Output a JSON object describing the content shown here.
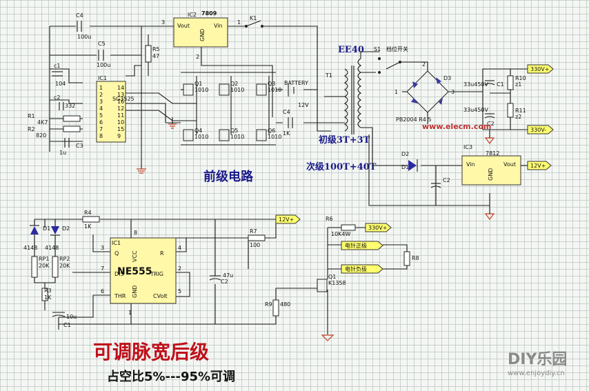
{
  "colors": {
    "wire": "#1a1a1a",
    "ic_fill": "#fff8a8",
    "flag_fill": "#ffff70",
    "title_red": "#c0101a",
    "label_blue": "#1a1a8a"
  },
  "pre": {
    "ic1_name": "IC1",
    "ic1_model": "SG3525",
    "ic1_left_pins": [
      "1",
      "2",
      "3",
      "4",
      "5",
      "6",
      "7",
      "8"
    ],
    "ic1_right_pins": [
      "14",
      "13",
      "12",
      "11",
      "10",
      "9",
      "16",
      "15"
    ],
    "ic2_name": "IC2",
    "ic2_model": "7809",
    "ic2_vout": "Vout",
    "ic2_gnd": "GND",
    "ic2_vin": "Vin",
    "pin_3": "3",
    "pin_1": "1",
    "pin_2": "2",
    "k1": "K1",
    "c4": "C4",
    "c4_val": "100u",
    "c5": "C5",
    "c5_val": "100u",
    "c1": "c1",
    "c1_val": "104",
    "c2": "c2",
    "c2_val": "332",
    "r5": "R5",
    "r5_val": "47",
    "r1": "R1",
    "r1_val": "4K7",
    "r2": "R2",
    "r2_val": "820",
    "c3": "C3",
    "c3_val": "1u",
    "q1": "Q1",
    "q1_val": "1010",
    "q2": "Q2",
    "q2_val": "1010",
    "q3": "Q3",
    "q3_val": "1010",
    "q4": "Q4",
    "q4_val": "1010",
    "q5": "Q5",
    "q5_val": "1010",
    "q6": "Q6",
    "q6_val": "1010",
    "battery": "BATTERY",
    "battery_v": "12V",
    "c_snub": "C4",
    "c_snub_val": "1K",
    "transformer": "EE40",
    "t1": "T1",
    "primary": "初级3T+3T",
    "secondary": "次级100T+40T",
    "title": "前级电路"
  },
  "rect": {
    "s1": "S1",
    "switch_label": "档位开关",
    "d3": "D3",
    "bridge": "PB2004 R4 5",
    "c1": "C1",
    "c1_val": "33u450V",
    "c2": "C2",
    "c2_val": "33u450V",
    "r10": "R10",
    "r10_val": "z1",
    "r11": "R11",
    "r11_val": "z2",
    "out_pos": "330V+",
    "out_neg": "330V-",
    "d2": "D2",
    "d2_val": "D1",
    "ic3": "IC3",
    "ic3_model": "7812",
    "ic3_vin": "Vin",
    "ic3_vout": "Vout",
    "ic3_gnd": "GND",
    "c_ic3": "C2",
    "pin_1": "1",
    "pin_2": "2",
    "pin_3": "3",
    "out_12v": "12V+",
    "website": "www.elecm.com"
  },
  "post": {
    "d1": "D1",
    "d2": "D2",
    "d1_val": "4148",
    "d2_val": "4148",
    "rp1": "RP1",
    "rp1_val": "20K",
    "rp2": "RP2",
    "rp2_val": "20K",
    "r3": "R3",
    "r3_val": "1K",
    "r4": "R4",
    "r4_val": "1K",
    "c1": "C1",
    "c1_val": "10u",
    "ic1": "IC1",
    "ic1_model": "NE555",
    "ic1_q": "Q",
    "ic1_vcc": "VCC",
    "ic1_r": "R",
    "ic1_dis": "DIS",
    "ic1_trig": "TRIG",
    "ic1_thr": "THR",
    "ic1_gnd": "GND",
    "ic1_cv": "CVolt",
    "pin_8": "8",
    "pin_3": "3",
    "pin_4": "4",
    "pin_7": "7",
    "pin_2": "2",
    "pin_6": "6",
    "pin_5": "5",
    "pin_1": "1",
    "c2": "C2",
    "c2_val": "47u",
    "r7": "R7",
    "r7_val": "100",
    "r9": "R9",
    "r9_val": "480",
    "r6": "R6",
    "r6_val": "10K4W",
    "r8": "R8",
    "q1": "Q1",
    "q1_val": "K1358",
    "flag_12v": "12V+",
    "flag_330v": "330V+",
    "flag_motor_pos": "电针正极",
    "flag_motor_neg": "电针负极",
    "title": "可调脉宽后级",
    "subtitle": "占空比5%---95%可调"
  },
  "watermark": {
    "logo": "DIY乐园",
    "url": "www.enjoydiy.cn"
  }
}
